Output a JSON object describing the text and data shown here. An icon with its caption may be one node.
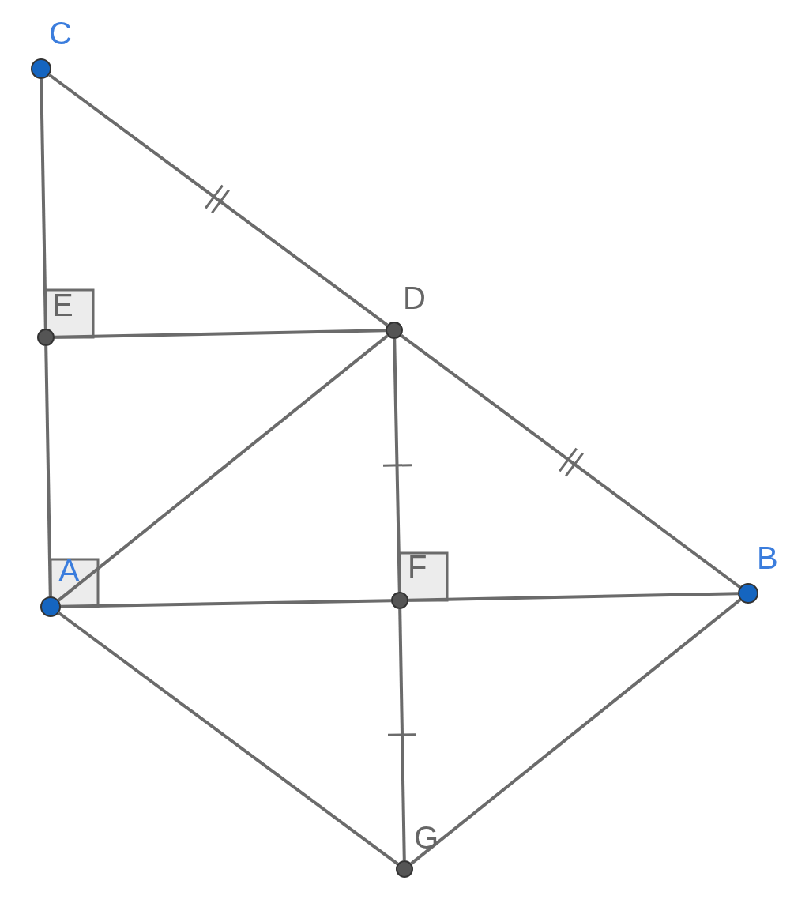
{
  "diagram": {
    "nodes": [
      {
        "text": [],
        "shape": "circle",
        "beside": [
          "C"
        ]
      },
      {
        "text": [],
        "shape": "circle",
        "beside": [
          "D"
        ]
      },
      {
        "text": [],
        "shape": "circle",
        "beside": [
          "E"
        ]
      },
      {
        "text": [],
        "shape": "circle",
        "beside": [
          "A"
        ]
      },
      {
        "text": [],
        "shape": "circle",
        "beside": [
          "F"
        ]
      },
      {
        "text": [],
        "shape": "circle",
        "beside": [
          "B"
        ]
      },
      {
        "text": [],
        "shape": "circle",
        "beside": [
          "G"
        ]
      }
    ],
    "edges": [
      {
        "from": 0,
        "to": 1,
        "arrow": "none"
      },
      {
        "from": 1,
        "to": 5,
        "arrow": "none"
      },
      {
        "from": 0,
        "to": 2,
        "arrow": "none"
      },
      {
        "from": 2,
        "to": 3,
        "arrow": "none"
      },
      {
        "from": 2,
        "to": 1,
        "arrow": "none"
      },
      {
        "from": 3,
        "to": 1,
        "arrow": "none"
      },
      {
        "from": 1,
        "to": 4,
        "arrow": "none"
      },
      {
        "from": 4,
        "to": 6,
        "arrow": "none"
      },
      {
        "from": 3,
        "to": 4,
        "arrow": "none"
      },
      {
        "from": 4,
        "to": 5,
        "arrow": "none"
      },
      {
        "from": 3,
        "to": 6,
        "arrow": "none"
      },
      {
        "from": 6,
        "to": 5,
        "arrow": "none"
      }
    ]
  }
}
